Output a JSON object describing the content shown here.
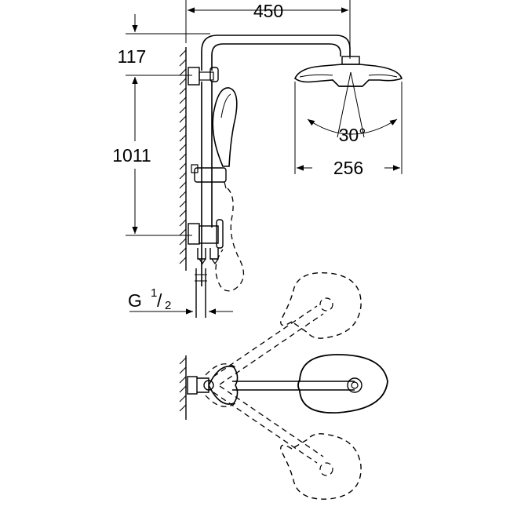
{
  "dimensions": {
    "width_top": "450",
    "upper_offset": "117",
    "rail_height": "1011",
    "head_diameter": "256",
    "tilt_angle": "30°",
    "thread_prefix": "G",
    "thread_numerator": "1",
    "thread_slash": "/",
    "thread_denominator": "2"
  },
  "colors": {
    "line": "#000000",
    "background": "#ffffff"
  }
}
